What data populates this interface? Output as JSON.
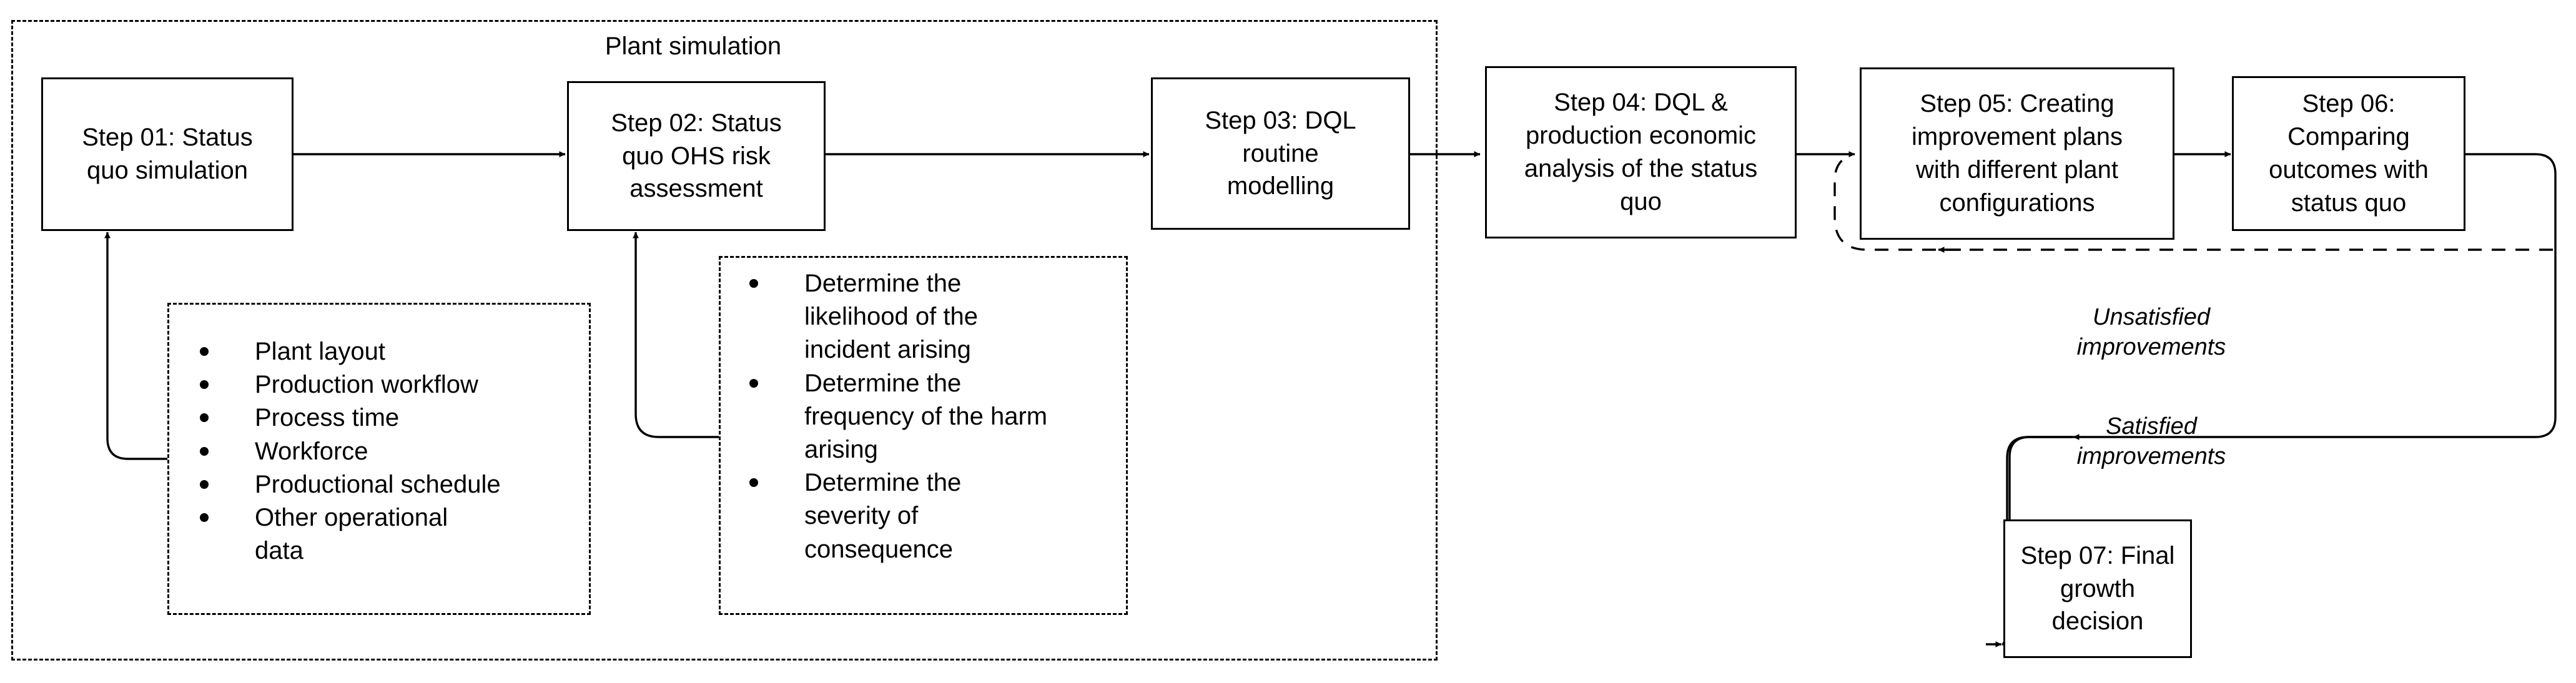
{
  "diagram": {
    "group": {
      "title": "Plant simulation"
    },
    "nodes": {
      "step01": "Step 01: Status\nquo  simulation",
      "step02": "Step 02: Status\nquo OHS risk\nassessment",
      "step03": "Step 03: DQL\nroutine\nmodelling",
      "step04": "Step 04: DQL &\nproduction economic\nanalysis of the status\nquo",
      "step05": "Step 05: Creating\nimprovement plans\nwith different plant\nconfigurations",
      "step06": "Step 06:\nComparing\noutcomes with\nstatus quo",
      "step07": "Step 07: Final\ngrowth decision"
    },
    "input_list": {
      "items": [
        "Plant layout",
        "Production workflow",
        "Process time",
        "Workforce",
        "Productional schedule",
        "Other operational\ndata"
      ]
    },
    "risk_list": {
      "items": [
        "Determine the\nlikelihood of the\nincident arising",
        "Determine the\nfrequency of the harm\narising",
        "Determine the\nseverity of\nconsequence"
      ]
    },
    "edge_labels": {
      "unsatisfied": "Unsatisfied\nimprovements",
      "satisfied": "Satisfied\nimprovements"
    },
    "colors": {
      "stroke": "#000000",
      "background": "#ffffff",
      "text": "#000000"
    }
  }
}
